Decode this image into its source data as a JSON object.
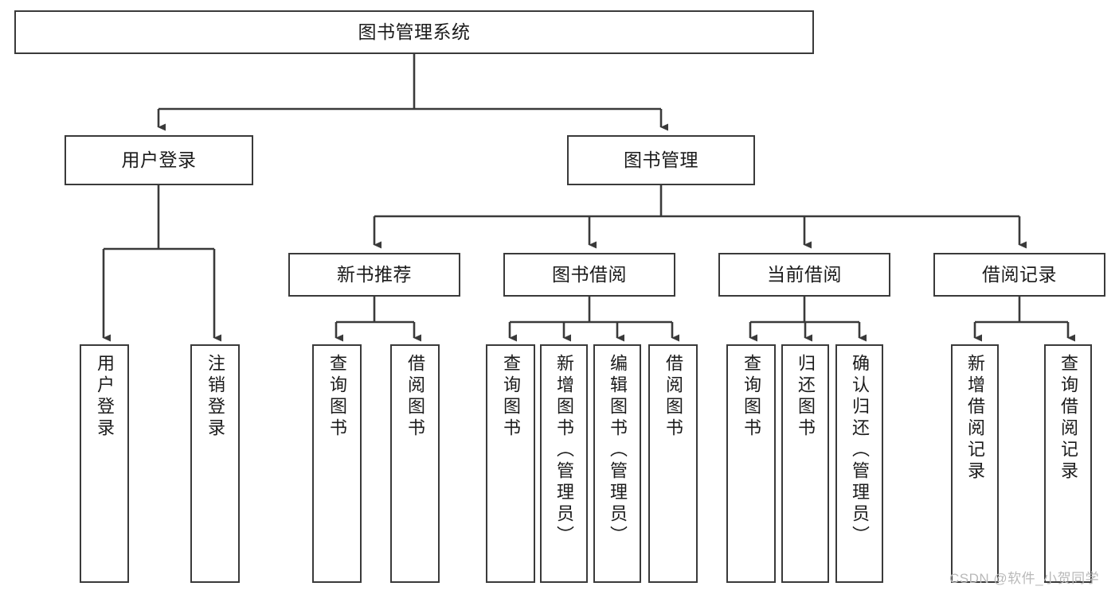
{
  "diagram": {
    "title": "图书管理系统",
    "type": "tree",
    "watermark": "CSDN @软件_小贺同学",
    "nodes": {
      "root": {
        "label": "图书管理系统"
      },
      "level2": [
        {
          "id": "user-login",
          "label": "用户登录"
        },
        {
          "id": "book-manage",
          "label": "图书管理"
        }
      ],
      "level3": [
        {
          "id": "new-book-rec",
          "label": "新书推荐"
        },
        {
          "id": "book-borrow",
          "label": "图书借阅"
        },
        {
          "id": "current-borrow",
          "label": "当前借阅"
        },
        {
          "id": "borrow-record",
          "label": "借阅记录"
        }
      ],
      "leaves": [
        {
          "id": "leaf-user-login",
          "label": "用户登录",
          "parent": "user-login"
        },
        {
          "id": "leaf-user-logout",
          "label": "注销登录",
          "parent": "user-login"
        },
        {
          "id": "leaf-query-book-1",
          "label": "查询图书",
          "parent": "new-book-rec"
        },
        {
          "id": "leaf-borrow-book-1",
          "label": "借阅图书",
          "parent": "new-book-rec"
        },
        {
          "id": "leaf-query-book-2",
          "label": "查询图书",
          "parent": "book-borrow"
        },
        {
          "id": "leaf-add-book",
          "label": "新增图书（管理员）",
          "parent": "book-borrow"
        },
        {
          "id": "leaf-edit-book",
          "label": "编辑图书（管理员）",
          "parent": "book-borrow"
        },
        {
          "id": "leaf-borrow-book-2",
          "label": "借阅图书",
          "parent": "book-borrow"
        },
        {
          "id": "leaf-query-book-3",
          "label": "查询图书",
          "parent": "current-borrow"
        },
        {
          "id": "leaf-return-book",
          "label": "归还图书",
          "parent": "current-borrow"
        },
        {
          "id": "leaf-confirm-return",
          "label": "确认归还（管理员）",
          "parent": "current-borrow"
        },
        {
          "id": "leaf-add-record",
          "label": "新增借阅记录",
          "parent": "borrow-record"
        },
        {
          "id": "leaf-query-record",
          "label": "查询借阅记录",
          "parent": "borrow-record"
        }
      ]
    }
  }
}
